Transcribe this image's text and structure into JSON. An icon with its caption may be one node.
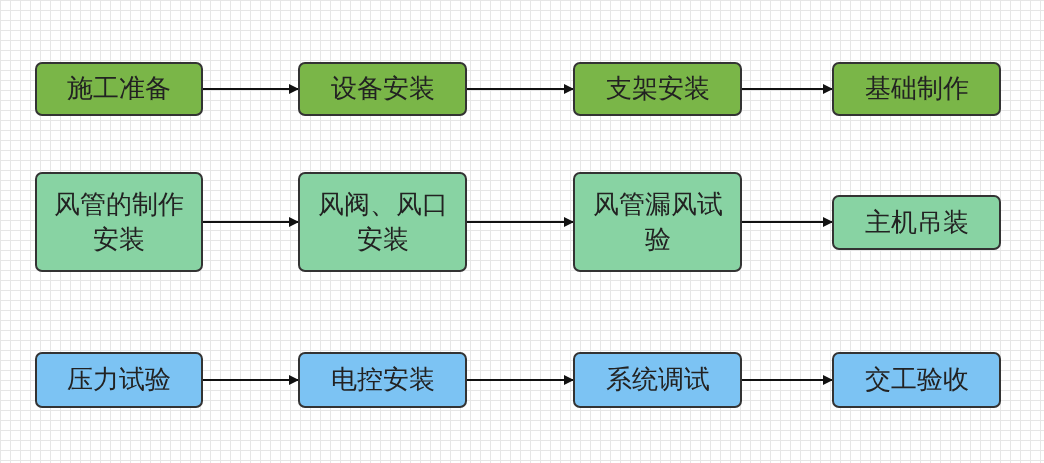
{
  "diagram": {
    "nodes": [
      {
        "text": [
          "施工准备"
        ]
      },
      {
        "text": [
          "设备安装"
        ]
      },
      {
        "text": [
          "支架安装"
        ]
      },
      {
        "text": [
          "基础制作"
        ]
      },
      {
        "text": [
          "风管的制作安装"
        ]
      },
      {
        "text": [
          "风阀、风口安装"
        ]
      },
      {
        "text": [
          "风管漏风试验"
        ]
      },
      {
        "text": [
          "主机吊装"
        ]
      },
      {
        "text": [
          "压力试验"
        ]
      },
      {
        "text": [
          "电控安装"
        ]
      },
      {
        "text": [
          "系统调试"
        ]
      },
      {
        "text": [
          "交工验收"
        ]
      }
    ],
    "edges": [
      {
        "from": 0,
        "to": 1,
        "arrow": "to"
      },
      {
        "from": 1,
        "to": 2,
        "arrow": "to"
      },
      {
        "from": 2,
        "to": 3,
        "arrow": "to"
      },
      {
        "from": 4,
        "to": 5,
        "arrow": "to"
      },
      {
        "from": 5,
        "to": 6,
        "arrow": "to"
      },
      {
        "from": 6,
        "to": 7,
        "arrow": "to"
      },
      {
        "from": 8,
        "to": 9,
        "arrow": "to"
      },
      {
        "from": 9,
        "to": 10,
        "arrow": "to"
      },
      {
        "from": 10,
        "to": 11,
        "arrow": "to"
      }
    ]
  }
}
